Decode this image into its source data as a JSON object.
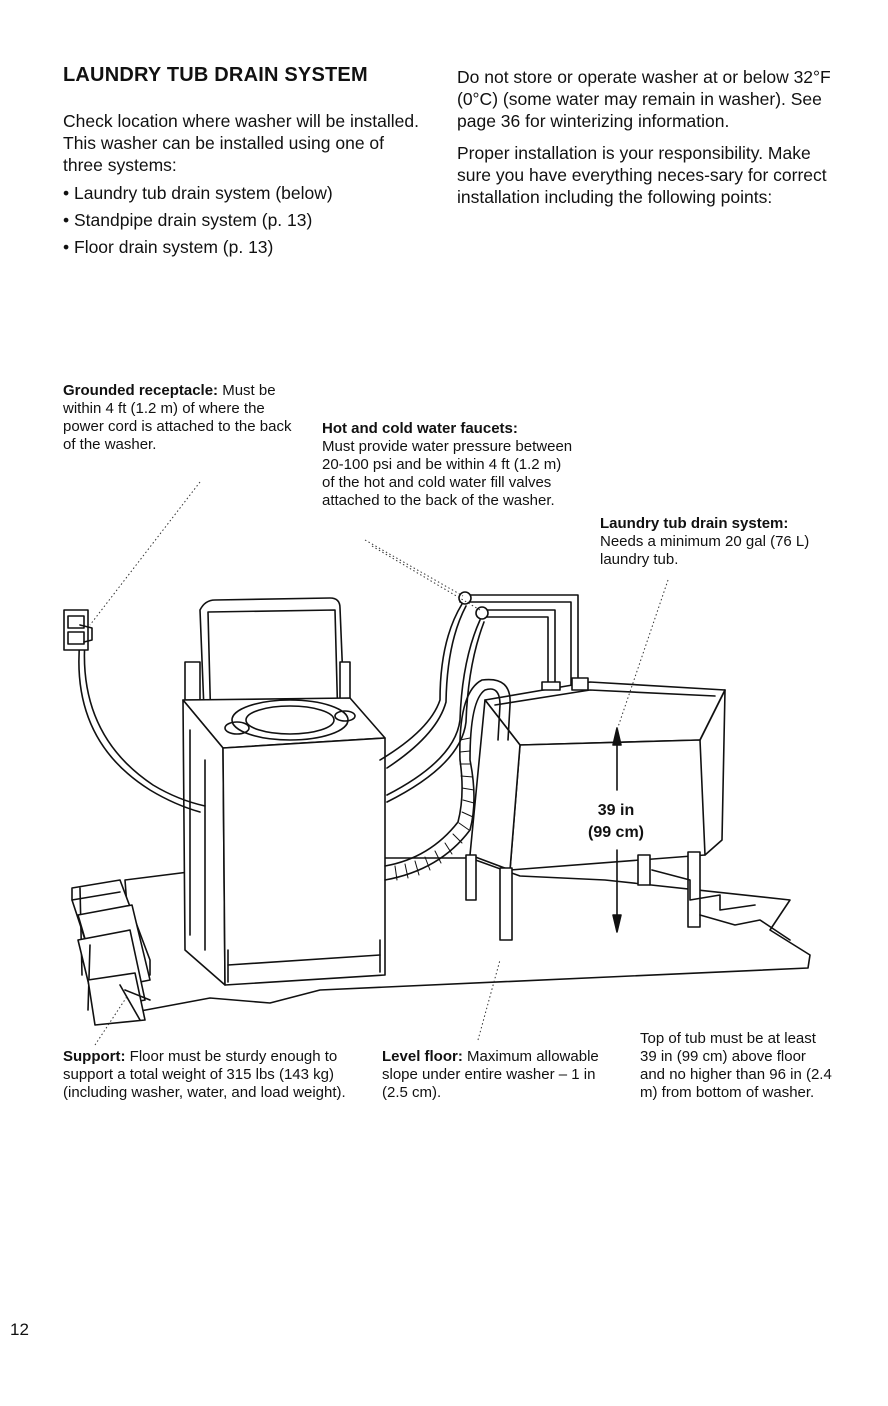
{
  "section": {
    "title": "LAUNDRY TUB DRAIN SYSTEM",
    "intro": "Check location where washer will be installed. This washer can be installed using one of three systems:",
    "systems": [
      "Laundry tub drain system (below)",
      "Standpipe drain system (p. 13)",
      "Floor drain system (p. 13)"
    ]
  },
  "right_column": {
    "p1": "Do not store or operate washer at or below 32°F (0°C) (some water may remain in washer). See page 36 for winterizing information.",
    "p2": "Proper installation is your responsibility. Make sure you have everything neces-sary for correct installation including the following points:"
  },
  "callouts": {
    "grounded": {
      "label": "Grounded receptacle:",
      "text": "Must be within 4 ft (1.2 m) of where the power cord is attached to the back of the washer."
    },
    "faucets": {
      "label": "Hot and cold water faucets:",
      "text": "Must provide water pressure between 20-100 psi and be within 4 ft (1.2 m) of the hot and cold water fill valves attached to the back of the washer."
    },
    "drain": {
      "label": "Laundry tub drain system:",
      "text": "Needs a minimum 20 gal (76 L) laundry tub."
    },
    "support": {
      "label": "Support:",
      "text": "Floor must be sturdy enough to support a total weight of 315 lbs (143 kg) (including washer, water, and load weight)."
    },
    "level": {
      "label": "Level floor:",
      "text": "Maximum allowable slope under entire washer – 1 in (2.5 cm)."
    },
    "tub_height": {
      "text": "Top of tub must be at least 39 in (99 cm) above floor and no higher than 96 in (2.4 m) from bottom of washer."
    }
  },
  "dimension": {
    "line1": "39 in",
    "line2": "(99 cm)"
  },
  "page_number": "12"
}
